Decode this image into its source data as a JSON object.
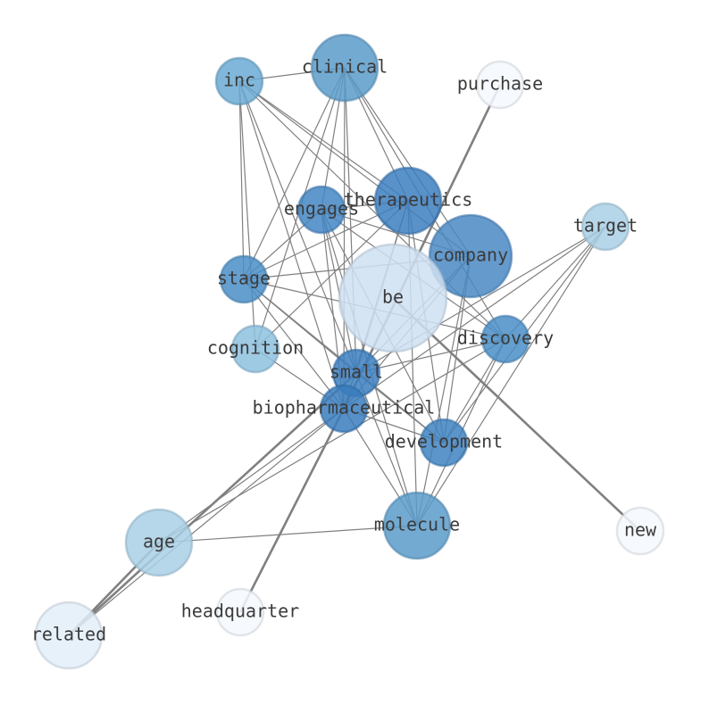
{
  "nodes": [
    {
      "id": "clinical",
      "label": "clinical",
      "color": "#5a9bc9"
    },
    {
      "id": "inc",
      "label": "inc",
      "color": "#6aaad3"
    },
    {
      "id": "purchase",
      "label": "purchase",
      "color": "#f5f9fe"
    },
    {
      "id": "therapeutics",
      "label": "therapeutics",
      "color": "#3c7ebf"
    },
    {
      "id": "engages",
      "label": "engages",
      "color": "#4386c3"
    },
    {
      "id": "target",
      "label": "target",
      "color": "#a9cfe5"
    },
    {
      "id": "company",
      "label": "company",
      "color": "#4a88c3"
    },
    {
      "id": "stage",
      "label": "stage",
      "color": "#4a8ec7"
    },
    {
      "id": "be",
      "label": "be",
      "color": "#cfe1f2"
    },
    {
      "id": "discovery",
      "label": "discovery",
      "color": "#4a8ec7"
    },
    {
      "id": "cognition",
      "label": "cognition",
      "color": "#8ec1df"
    },
    {
      "id": "small",
      "label": "small",
      "color": "#3c7ebf"
    },
    {
      "id": "biopharmaceutical",
      "label": "biopharmaceutical",
      "color": "#3a7dbd"
    },
    {
      "id": "development",
      "label": "development",
      "color": "#3f82c1"
    },
    {
      "id": "molecule",
      "label": "molecule",
      "color": "#5a9bc9"
    },
    {
      "id": "new",
      "label": "new",
      "color": "#f5f9fe"
    },
    {
      "id": "age",
      "label": "age",
      "color": "#a9cfe5"
    },
    {
      "id": "headquarter",
      "label": "headquarter",
      "color": "#f5f9fe"
    },
    {
      "id": "related",
      "label": "related",
      "color": "#e3eef9"
    }
  ],
  "edges": [
    [
      "inc",
      "clinical"
    ],
    [
      "inc",
      "stage"
    ],
    [
      "inc",
      "cognition"
    ],
    [
      "inc",
      "small"
    ],
    [
      "inc",
      "therapeutics"
    ],
    [
      "inc",
      "company"
    ],
    [
      "inc",
      "discovery"
    ],
    [
      "inc",
      "biopharmaceutical"
    ],
    [
      "clinical",
      "stage"
    ],
    [
      "clinical",
      "cognition"
    ],
    [
      "clinical",
      "small"
    ],
    [
      "clinical",
      "biopharmaceutical"
    ],
    [
      "clinical",
      "engages"
    ],
    [
      "clinical",
      "therapeutics"
    ],
    [
      "clinical",
      "company"
    ],
    [
      "clinical",
      "discovery"
    ],
    [
      "purchase",
      "biopharmaceutical"
    ],
    [
      "headquarter",
      "biopharmaceutical"
    ],
    [
      "new",
      "be"
    ],
    [
      "related",
      "age"
    ],
    [
      "related",
      "small"
    ],
    [
      "related",
      "biopharmaceutical"
    ],
    [
      "therapeutics",
      "stage"
    ],
    [
      "therapeutics",
      "small"
    ],
    [
      "therapeutics",
      "development"
    ],
    [
      "therapeutics",
      "biopharmaceutical"
    ],
    [
      "therapeutics",
      "engages"
    ],
    [
      "therapeutics",
      "molecule"
    ],
    [
      "therapeutics",
      "cognition"
    ],
    [
      "engages",
      "stage"
    ],
    [
      "engages",
      "development"
    ],
    [
      "engages",
      "molecule"
    ],
    [
      "engages",
      "small"
    ],
    [
      "engages",
      "biopharmaceutical"
    ],
    [
      "engages",
      "discovery"
    ],
    [
      "engages",
      "company"
    ],
    [
      "company",
      "stage"
    ],
    [
      "company",
      "small"
    ],
    [
      "company",
      "development"
    ],
    [
      "company",
      "molecule"
    ],
    [
      "company",
      "biopharmaceutical"
    ],
    [
      "stage",
      "discovery"
    ],
    [
      "stage",
      "development"
    ],
    [
      "stage",
      "small"
    ],
    [
      "stage",
      "biopharmaceutical"
    ],
    [
      "target",
      "small"
    ],
    [
      "target",
      "development"
    ],
    [
      "target",
      "molecule"
    ],
    [
      "target",
      "discovery"
    ],
    [
      "target",
      "biopharmaceutical"
    ],
    [
      "discovery",
      "small"
    ],
    [
      "discovery",
      "molecule"
    ],
    [
      "discovery",
      "development"
    ],
    [
      "discovery",
      "age"
    ],
    [
      "cognition",
      "biopharmaceutical"
    ],
    [
      "small",
      "development"
    ],
    [
      "small",
      "molecule"
    ],
    [
      "biopharmaceutical",
      "development"
    ],
    [
      "biopharmaceutical",
      "molecule"
    ],
    [
      "biopharmaceutical",
      "age"
    ],
    [
      "age",
      "molecule"
    ]
  ],
  "heavy_edges": [
    [
      "purchase",
      "biopharmaceutical"
    ],
    [
      "headquarter",
      "biopharmaceutical"
    ],
    [
      "new",
      "be"
    ],
    [
      "related",
      "age"
    ],
    [
      "related",
      "small"
    ]
  ]
}
